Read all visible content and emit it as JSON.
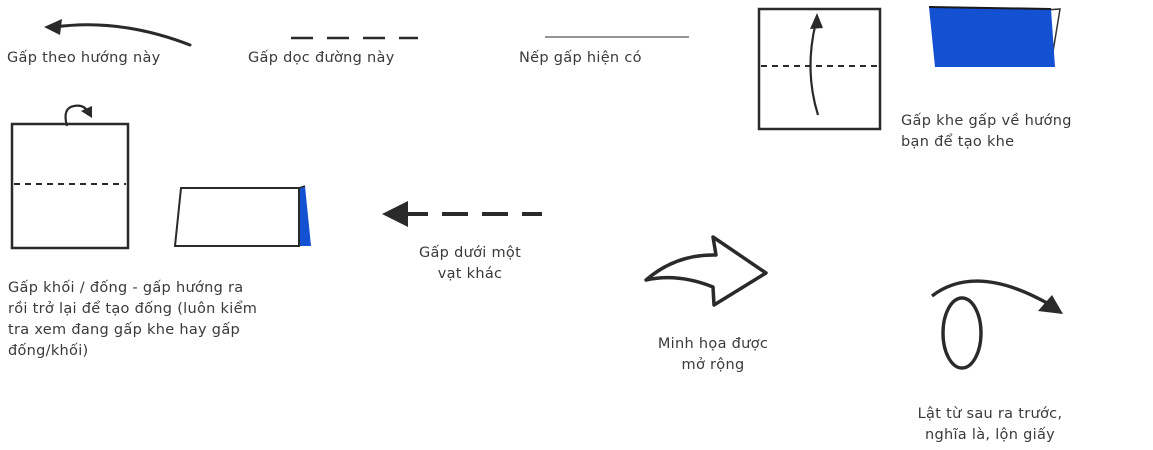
{
  "legend": {
    "fold_direction": "Gấp theo hướng này",
    "fold_along_line": "Gấp dọc đường này",
    "existing_crease": "Nếp gấp hiện có"
  },
  "valley_fold": {
    "lines": [
      "Gấp khe gấp về hướng",
      "bạn để tạo khe"
    ]
  },
  "mountain_fold": {
    "lines": [
      "Gấp khối / đống - gấp hướng ra",
      "rồi trở lại để tạo đống (luôn kiểm",
      "tra xem đang gấp khe hay gấp",
      "đống/khối)"
    ]
  },
  "fold_under": {
    "lines": [
      "Gấp dưới một",
      "vạt khác"
    ]
  },
  "enlarged_view": {
    "lines": [
      "Minh họa được",
      "mở rộng"
    ]
  },
  "turn_over": {
    "lines": [
      "Lật từ sau ra trước,",
      "nghĩa là, lộn giấy"
    ]
  },
  "colors": {
    "ink": "#2a2a2a",
    "paper_blue": "#1450d2",
    "text": "#3a3a3a"
  }
}
